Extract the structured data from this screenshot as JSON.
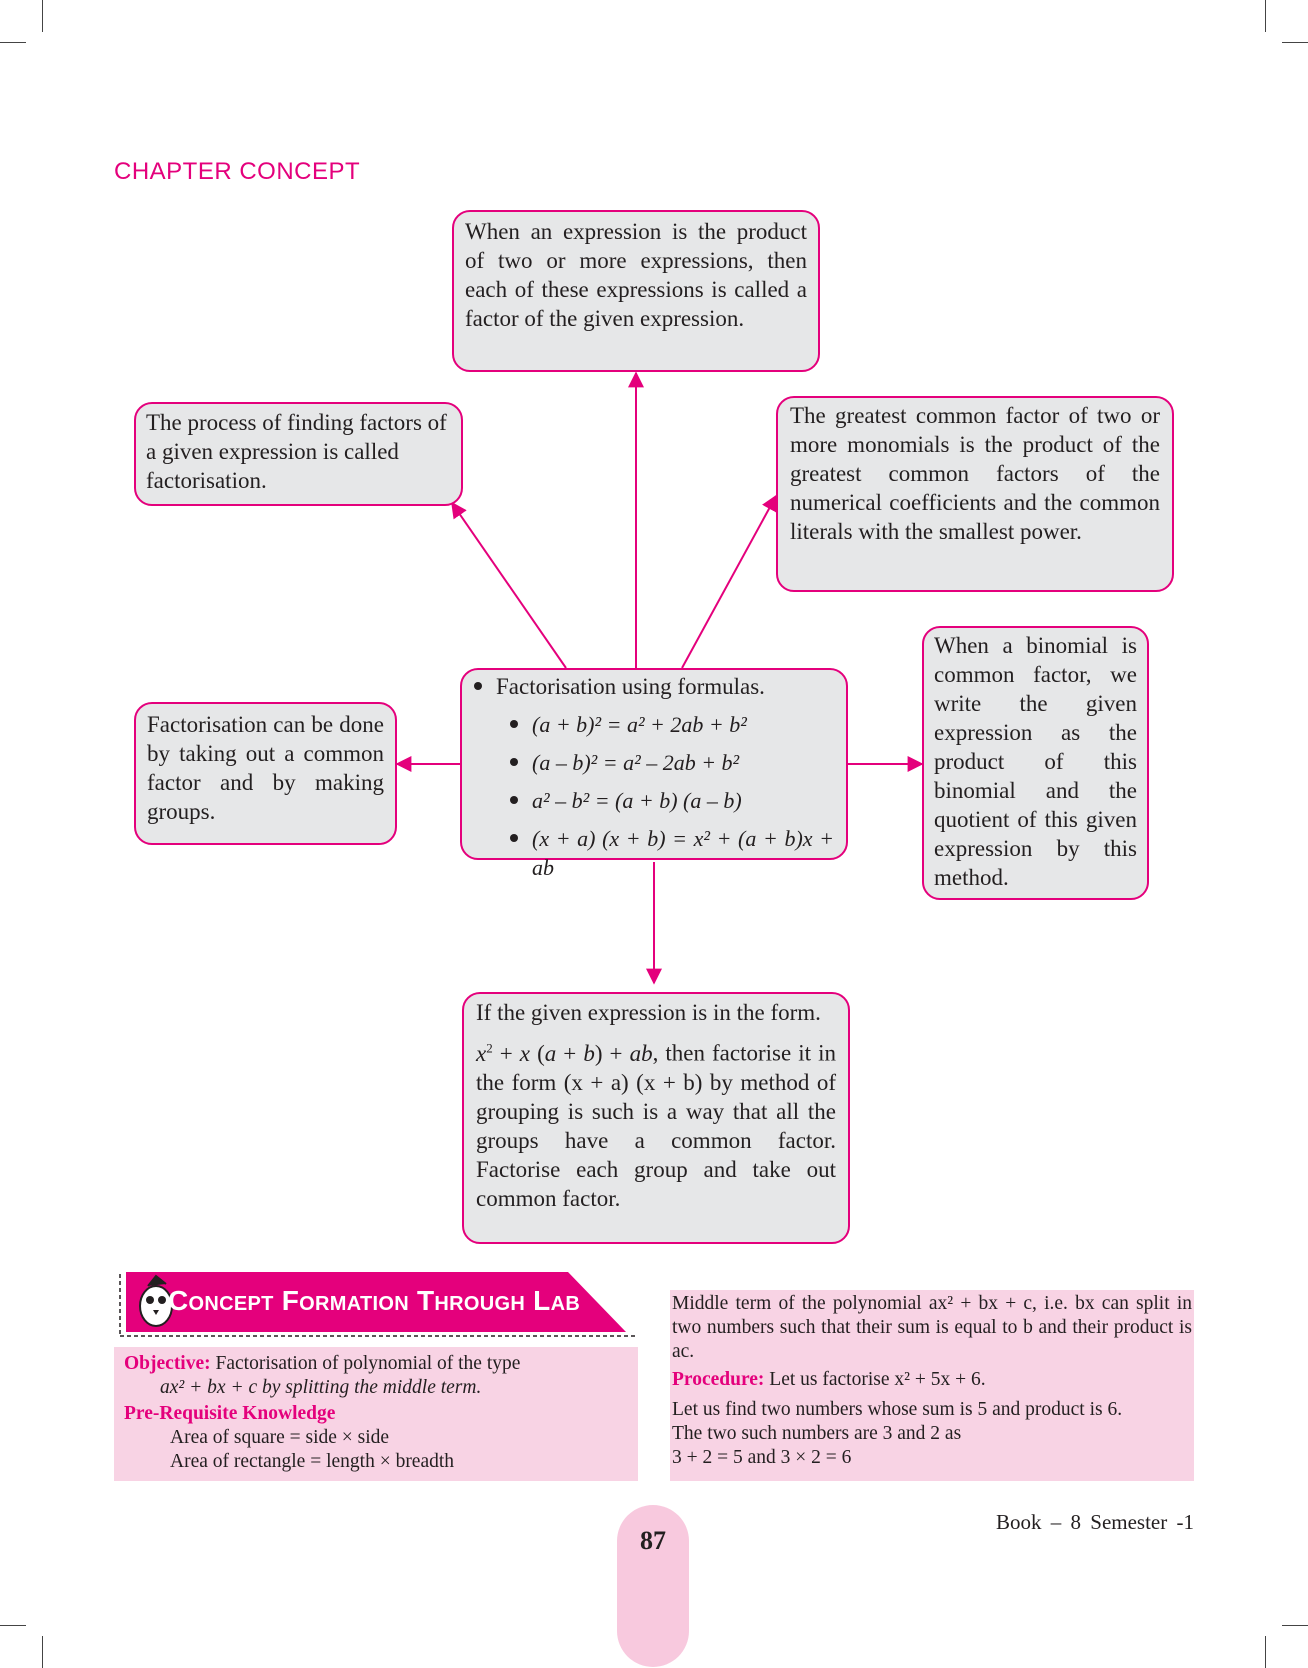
{
  "chapter_heading": "CHAPTER CONCEPT",
  "boxes": {
    "factor_definition": "When an expression is the product of two or more expressions, then each of these expressions is called a factor of the given expression.",
    "factorisation_definition": "The process of finding factors of a given expression is called factorisation.",
    "gcf_definition": "The greatest common factor of two or more monomials is the product of the greatest common factors of the numerical coefficients and the common literals with the smallest power.",
    "common_factor_method": "Factorisation can be done by taking out a common factor and by making groups.",
    "binomial_factor": "When a binomial is common factor, we write the given expression as the product of this binomial and the quotient of this given expression by this method.",
    "grouping_intro": "If the given expression is in the form.",
    "grouping_tail": ", then factorise it in the form (x + a) (x + b) by method of grouping is such is a way that all the groups have a common factor. Factorise each group and take out common factor."
  },
  "formulas": {
    "heading": "Factorisation using formulas.",
    "items": [
      "(a + b)² = a² + 2ab + b²",
      "(a – b)² = a² – 2ab + b²",
      "a² – b² = (a + b) (a – b)",
      "(x + a) (x + b) = x² + (a + b)x + ab"
    ]
  },
  "lab": {
    "banner_title": "Concept Formation Through Lab",
    "objective_label": "Objective:",
    "objective_text": "Factorisation of polynomial of the type",
    "objective_line2": "ax² + bx + c by splitting the middle term.",
    "prereq_label": "Pre-Requisite Knowledge",
    "prereq_items": [
      "Area of square = side × side",
      "Area of rectangle = length × breadth"
    ],
    "middle_term_text": "Middle term of the polynomial ax² + bx + c, i.e. bx can split in two numbers such that their sum  is equal to b and their product is ac.",
    "procedure_label": "Procedure:",
    "procedure_text": "Let us factorise x² + 5x + 6.",
    "step_lines": [
      "Let us find two numbers whose sum is 5 and product is 6.",
      "The two such numbers are 3 and 2 as",
      "3 + 2 = 5 and 3 × 2 = 6"
    ]
  },
  "footer": {
    "page_number": "87",
    "book_info": "Book – 8    Semester -1"
  },
  "colors": {
    "accent": "#e4007c",
    "box_fill": "#e6e7e8",
    "panel_fill": "#f8d3e4"
  }
}
